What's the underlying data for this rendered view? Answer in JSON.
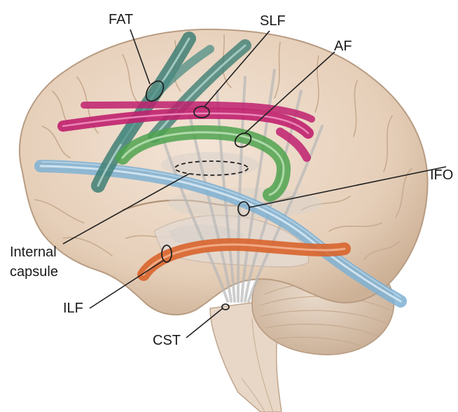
{
  "labels": {
    "fat": "FAT",
    "slf": "SLF",
    "af": "AF",
    "ifo": "IFO",
    "internal_capsule_line1": "Internal",
    "internal_capsule_line2": "capsule",
    "ilf": "ILF",
    "cst": "CST"
  },
  "colors": {
    "fat": "#3f7f76",
    "slf": "#c0206e",
    "af": "#4fa34f",
    "ifo": "#7fb2d3",
    "ilf": "#d8642c",
    "cst": "#9a9a9a",
    "brain": "#ead6c3",
    "brain_shadow": "#c9ae95"
  }
}
